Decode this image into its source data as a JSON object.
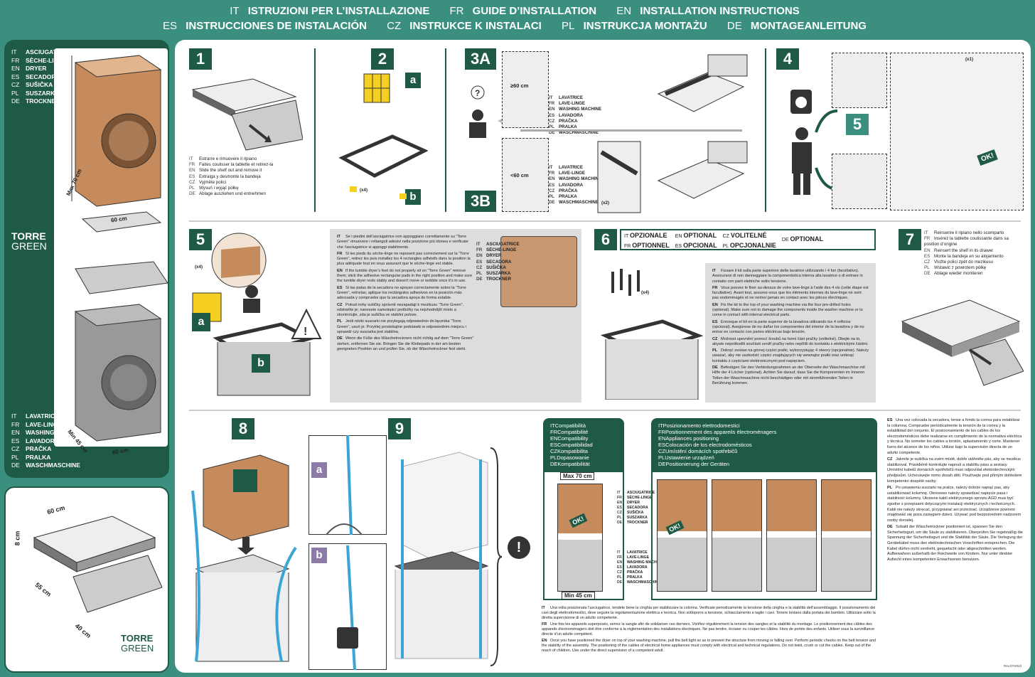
{
  "header": {
    "line1": [
      {
        "code": "IT",
        "text": "ISTRUZIONI PER L’INSTALLAZIONE"
      },
      {
        "code": "FR",
        "text": "GUIDE D’INSTALLATION"
      },
      {
        "code": "EN",
        "text": "INSTALLATION INSTRUCTIONS"
      }
    ],
    "line2": [
      {
        "code": "ES",
        "text": "INSTRUCCIONES DE INSTALACIÓN"
      },
      {
        "code": "CZ",
        "text": "INSTRUKCE K INSTALACI"
      },
      {
        "code": "PL",
        "text": "INSTRUKCJA MONTAŻU"
      },
      {
        "code": "DE",
        "text": "MONTAGEANLEITUNG"
      }
    ]
  },
  "sidebar": {
    "dryer": [
      [
        "IT",
        "ASCIUGATRICE"
      ],
      [
        "FR",
        "SÈCHE-LINGE"
      ],
      [
        "EN",
        "DRYER"
      ],
      [
        "ES",
        "SECADORA"
      ],
      [
        "CZ",
        "SUŠIČKA"
      ],
      [
        "PL",
        "SUSZARKA"
      ],
      [
        "DE",
        "TROCKNER"
      ]
    ],
    "washer": [
      [
        "IT",
        "LAVATRICE"
      ],
      [
        "FR",
        "LAVE-LINGE"
      ],
      [
        "EN",
        "WASHING MACHINE"
      ],
      [
        "ES",
        "LAVADORA"
      ],
      [
        "CZ",
        "PRAČKA"
      ],
      [
        "PL",
        "PRALKA"
      ],
      [
        "DE",
        "WASCHMASCHINE"
      ]
    ],
    "brand1": "TORRE",
    "brand2": "GREEN",
    "dim_max": "Max 70 cm",
    "dim_60a": "60 cm",
    "dim_min": "Min 45 cm",
    "dim_60b": "60 cm"
  },
  "bottom_left": {
    "d60": "60 cm",
    "d8": "8 cm",
    "d55": "55 cm",
    "d40": "40 cm",
    "brand1": "TORRE",
    "brand2": "GREEN"
  },
  "step1": {
    "num": "1",
    "lines": [
      [
        "IT",
        "Estrarre e rimuovere il ripiano"
      ],
      [
        "FR",
        "Faites coulisser la tablette et retirez-la"
      ],
      [
        "EN",
        "Slide the shelf out and remove it"
      ],
      [
        "ES",
        "Extraiga y desmonte la bandeja"
      ],
      [
        "CZ",
        "Vyjměte polici"
      ],
      [
        "PL",
        "Wysuń i wyjąć półkę"
      ],
      [
        "DE",
        "Ablage ausziehen und entnehmen"
      ]
    ]
  },
  "step2": {
    "num": "2",
    "a": "a",
    "b": "b",
    "x4": "(x4)"
  },
  "step3": {
    "numA": "3A",
    "numB": "3B",
    "dimA": "≥60 cm",
    "dimB": "<60 cm",
    "x2": "(x2)",
    "washer": [
      [
        "IT",
        "LAVATRICE"
      ],
      [
        "FR",
        "LAVE-LINGE"
      ],
      [
        "EN",
        "WASHING MACHINE"
      ],
      [
        "ES",
        "LAVADORA"
      ],
      [
        "CZ",
        "PRAČKA"
      ],
      [
        "PL",
        "PRALKA"
      ],
      [
        "DE",
        "WASCHMASCHINE"
      ]
    ]
  },
  "step4": {
    "num": "4",
    "goto": "5",
    "x1": "(x1)",
    "ok": "OK!"
  },
  "step5": {
    "num": "5",
    "a": "a",
    "b": "b",
    "x4": "(x4)",
    "dryer": [
      [
        "IT",
        "ASCIUGATRICE"
      ],
      [
        "FR",
        "SÈCHE-LINGE"
      ],
      [
        "EN",
        "DRYER"
      ],
      [
        "ES",
        "SECADORA"
      ],
      [
        "CZ",
        "SUŠIČKA"
      ],
      [
        "PL",
        "SUSZARKA"
      ],
      [
        "DE",
        "TROCKNER"
      ]
    ],
    "text": [
      [
        "IT",
        "Se i piedini dell’asciugatrice non appoggiano correttamente su “Torre Green” rimuovere i rettangoli adesivi nella posizione più idonea e verificate che l’asciugatrice si appoggi stabilmente."
      ],
      [
        "FR",
        "Si les pieds du sèche-linge ne reposent pas correctement sur la “Torre Green”, retirez les puis installez les 4 rectangles adhésifs dans la position la plus adéquate tout en vous assurant que le sèche-linge est stable."
      ],
      [
        "EN",
        "If the tumble dryer’s feet do not properly sit on “Torre Green” remove them; stick the adhesive rectangular pads in the right position and make sure the tumble dryer rests stably and doesn’t move or wobble once it’s in use."
      ],
      [
        "ES",
        "Si las patas de la secadora no apoyan correctamente sobre la “Torre Green”, retírelas; aplique los rectángulos adhesivos en la posición más adecuada y compruebe que la secadora apoya de forma estable."
      ],
      [
        "CZ",
        "Pokud nohy sušičky správně nezapadají k mezikusu “Torre Green”, odstraňte je; nanesete samolepicí podložky na nejvhodnější místo a zkontrolujte, zda je sušička ve stabilní poloze."
      ],
      [
        "PL",
        "Jeśli nóżki suszarki nie przylegają odpowiednio do łącznika “Torre Green”, usuń je. Przyklej prostokątne podstawki w odpowiednim miejscu i sprawdź czy suszarka jest stabilna."
      ],
      [
        "DE",
        "Wenn die Füße des Wäschetrockners nicht richtig auf dem “Torre Green” stehen, entfernen Sie sie. Bringen Sie die Klebepads in der am besten geeigneten Position an und prüfen Sie, ob der Wäschetrockner fest steht."
      ]
    ]
  },
  "step6": {
    "num": "6",
    "x4": "(x4)",
    "opt": [
      [
        "IT",
        "OPZIONALE"
      ],
      [
        "FR",
        "OPTIONNEL"
      ],
      [
        "EN",
        "OPTIONAL"
      ],
      [
        "ES",
        "OPCIONAL"
      ],
      [
        "CZ",
        "VOLITELNÉ"
      ],
      [
        "PL",
        "OPCJONALNIE"
      ],
      [
        "DE",
        "OPTIONAL"
      ]
    ],
    "text": [
      [
        "IT",
        "Fissare il kit sulla parte superiore della lavatrice utilizzando i 4 fori (facoltativo). Assicurarsi di non danneggiare la componentistica interna alla lavatrice o di entrare in contatto con parti elettriche sotto tensione."
      ],
      [
        "FR",
        "Vous pouvez le fixer au-dessus de votre lave-linge à l’aide des 4 vis (cette étape est facultative). Avant tout, assurez-vous que les éléments internes du lave-linge ne sont pas endommagés et ne rentrer jamais en contact avec les pièces électriques."
      ],
      [
        "EN",
        "Fix the kit to the top of your washing machine via the four pre-drilled holes (optional). Make sure not to damage the components inside the washer machine or to come in contact with internal electrical parts."
      ],
      [
        "ES",
        "Enrosque el kit en la parte superior de la lavadora utilizando los 4 orificios (opcional). Asegúrese de no dañar los componentes del interior de la lavadora y de no entrar en contacto con partes eléctricas bajo tensión."
      ],
      [
        "CZ",
        "Možnost upevnění pomocí šroubů na horní část pračky (volitelné). Dbejte na to, abyste nepoškodili součásti uvnitř pračky nebo nepřišli do kontaktu s elektrickými částmi."
      ],
      [
        "PL",
        "Dokręć zestaw na górnej części pralki, wykorzystując 4 otwory (opcjonalnie). Należy uważać, aby nie uszkodzić części znajdujących się wewnątrz pralki oraz uniknąć kontaktu z częściami elektronicznymi pod napięciem."
      ],
      [
        "DE",
        "Befestigen Sie den Verbindungsrahmen an der Oberseite der Waschmaschine mit Hilfe der 4 Löcher (optional). Achten Sie darauf, dass Sie die Komponenten im Inneren Teilen der Waschmaschine nicht beschädigen oder mit stromführenden Teilen in Berührung kommen."
      ]
    ]
  },
  "step7": {
    "num": "7",
    "lines": [
      [
        "IT",
        "Reinserire il ripiano nello scomparto"
      ],
      [
        "FR",
        "Insérez la tablette coulissante dans sa position d’origine"
      ],
      [
        "EN",
        "Reinsert the shelf in its drawer"
      ],
      [
        "ES",
        "Monte la bandeja en su alojamiento"
      ],
      [
        "CZ",
        "Vložte polici zpět do mezikusu"
      ],
      [
        "PL",
        "Wstawić z powrotem półkę"
      ],
      [
        "DE",
        "Ablage wieder montieren"
      ]
    ]
  },
  "step8": {
    "num": "8"
  },
  "step9": {
    "num": "9",
    "a": "a",
    "b": "b",
    "warn": "!"
  },
  "compat": {
    "title": [
      [
        "IT",
        "Compatibilità"
      ],
      [
        "FR",
        "Compatibilité"
      ],
      [
        "EN",
        "Compatibility"
      ],
      [
        "ES",
        "Compatibilidad"
      ],
      [
        "CZ",
        "Kompatibilita"
      ],
      [
        "PL",
        "Dopasowanie"
      ],
      [
        "DE",
        "Kompatibilität"
      ]
    ],
    "max": "Max 70 cm",
    "min": "Min 45 cm",
    "ok": "OK!",
    "dryer": [
      [
        "IT",
        "ASCIUGATRICE"
      ],
      [
        "FR",
        "SÈCHE-LINGE"
      ],
      [
        "EN",
        "DRYER"
      ],
      [
        "ES",
        "SECADORA"
      ],
      [
        "CZ",
        "SUŠIČKA"
      ],
      [
        "PL",
        "SUSZARKA"
      ],
      [
        "DE",
        "TROCKNER"
      ]
    ],
    "washer": [
      [
        "IT",
        "LAVATRICE"
      ],
      [
        "FR",
        "LAVE-LINGE"
      ],
      [
        "EN",
        "WASHING MACHINE"
      ],
      [
        "ES",
        "LAVADORA"
      ],
      [
        "CZ",
        "PRAČKA"
      ],
      [
        "PL",
        "PRALKA"
      ],
      [
        "DE",
        "WASCHMASCHINE"
      ]
    ]
  },
  "positioning": {
    "title": [
      [
        "IT",
        "Posizionamento elettrodomestici"
      ],
      [
        "FR",
        "Positionnement des appareils électroménagers"
      ],
      [
        "EN",
        "Appliances positioning"
      ],
      [
        "ES",
        "Colocación de los electrodomésticos"
      ],
      [
        "CZ",
        "Umístění domácích spotřebičů"
      ],
      [
        "PL",
        "Ustawienie urządzeń"
      ],
      [
        "DE",
        "Positionierung der Geräten"
      ]
    ],
    "ok": "OK!"
  },
  "bottom_text": [
    [
      "IT",
      "Una volta posizionata l’asciugatrice, tendete bene la cinghia per stabilizzare la colonna. Verificate periodicamente la tensione della cinghia e la stabilità dell’assemblaggio. Il posizionamento dei cavi degli elettrodomestici, deve seguire la regolamentazione elettrica e tecnica. Non sottoporre a tensione, schiacciamento e taglio i cavi. Tenere lontano dalla portata dei bambini. Utilizzare sotto la diretta supervisione di un adulto competente."
    ],
    [
      "FR",
      "Une fois les appareils superposés, serrez la sangle afin de solidariser ces derniers. Vérifiez régulièrement la tension des sangles et la stabilité du montage. Le positionnement des câbles des appareils électroménagers doit être conforme à la réglementation des installations électriques. Ne pas tendre, écraser ou couper les câbles. Hors de portée des enfants. Utiliser sous la surveillance directe d’un adulte compétent."
    ],
    [
      "EN",
      "Once you have positioned the dryer on top of your washing machine, pull the belt tight so as to prevent the structure from moving or falling over. Perform periodic checks on the belt tension and the stability of the assembly. The positioning of the cables of electrical home appliances must comply with electrical and technical regulations. Do not twist, crush or cut the cables. Keep out of the reach of children. Use under the direct supervision of a competent adult."
    ]
  ],
  "right_text": [
    [
      "ES",
      "Una vez colocada la secadora, tense a fondo la correa para estabilizar la columna. Compruebe periódicamente la tensión de la correa y la estabilidad del conjunto. El posicionamiento de los cables de los electrodomésticos debe realizarse en cumplimiento de la normativa eléctrica y técnica. No someter los cables a torsión, aplastamiento y corte. Mantener fuera del alcance de los niños. Utilizar bajo la supervisión directa de un adulto competente."
    ],
    [
      "CZ",
      "Jakmile je sušička na svém místě, dobře utáhněte pás, aby se mezikus stabilizoval. Pravidelně kontrolujte napnutí a stabilitu pásu a sestavy. Umístění kabelů domácích spotřebičů musí odpovídat elektrotechnickým předpisům. Uchovávejte mimo dosah dětí. Používejte pod přímým dohledem kompetentní dospělé osoby."
    ],
    [
      "PL",
      "Po ustawieniu suszarki na pralce, należy dobrze napiąć pas, aby ustabilizować kolumnę. Okresowo należy sprawdzać napięcie pasa i stabilność kolumny. Ułożenie kabli elektrycznego sprzętu AGD musi być zgodne z przepisami dotyczącymi instalacji elektrycznych i technicznych. Kabli nie należy skręcać, przygniatać ani przecinać. Urządzenie powinno znajdować się poza zasięgiem dzieci. Używać pod bezpośrednim nadzorem osoby dorosłej."
    ],
    [
      "DE",
      "Sobald der Wäschetrockner positioniert ist, spannen Sie den Sicherheitsgurt, um die Säule zu stabilisieren. Überprüfen Sie regelmäßig die Spannung der Sicherheitsgurt und die Stabilität der Säule. Die Verlegung der Gerätekabel muss den elektrotechnischen Vorschriften entsprechen. Die Kabel dürfen nicht verdreht, gequetscht oder abgeschnitten werden. Aufbewahren außerhalb der Reichweite von Kindern. Nur unter direkter Aufsicht eines kompetenten Erwachsenen benutzen."
    ]
  ],
  "rev": "Rev.07/2023",
  "colors": {
    "bg": "#3a8f7e",
    "dark": "#1e5a46",
    "copper": "#c58b5c",
    "blue": "#3aa6d6",
    "purple": "#8c7aa7",
    "gray": "#d9d9d9"
  }
}
